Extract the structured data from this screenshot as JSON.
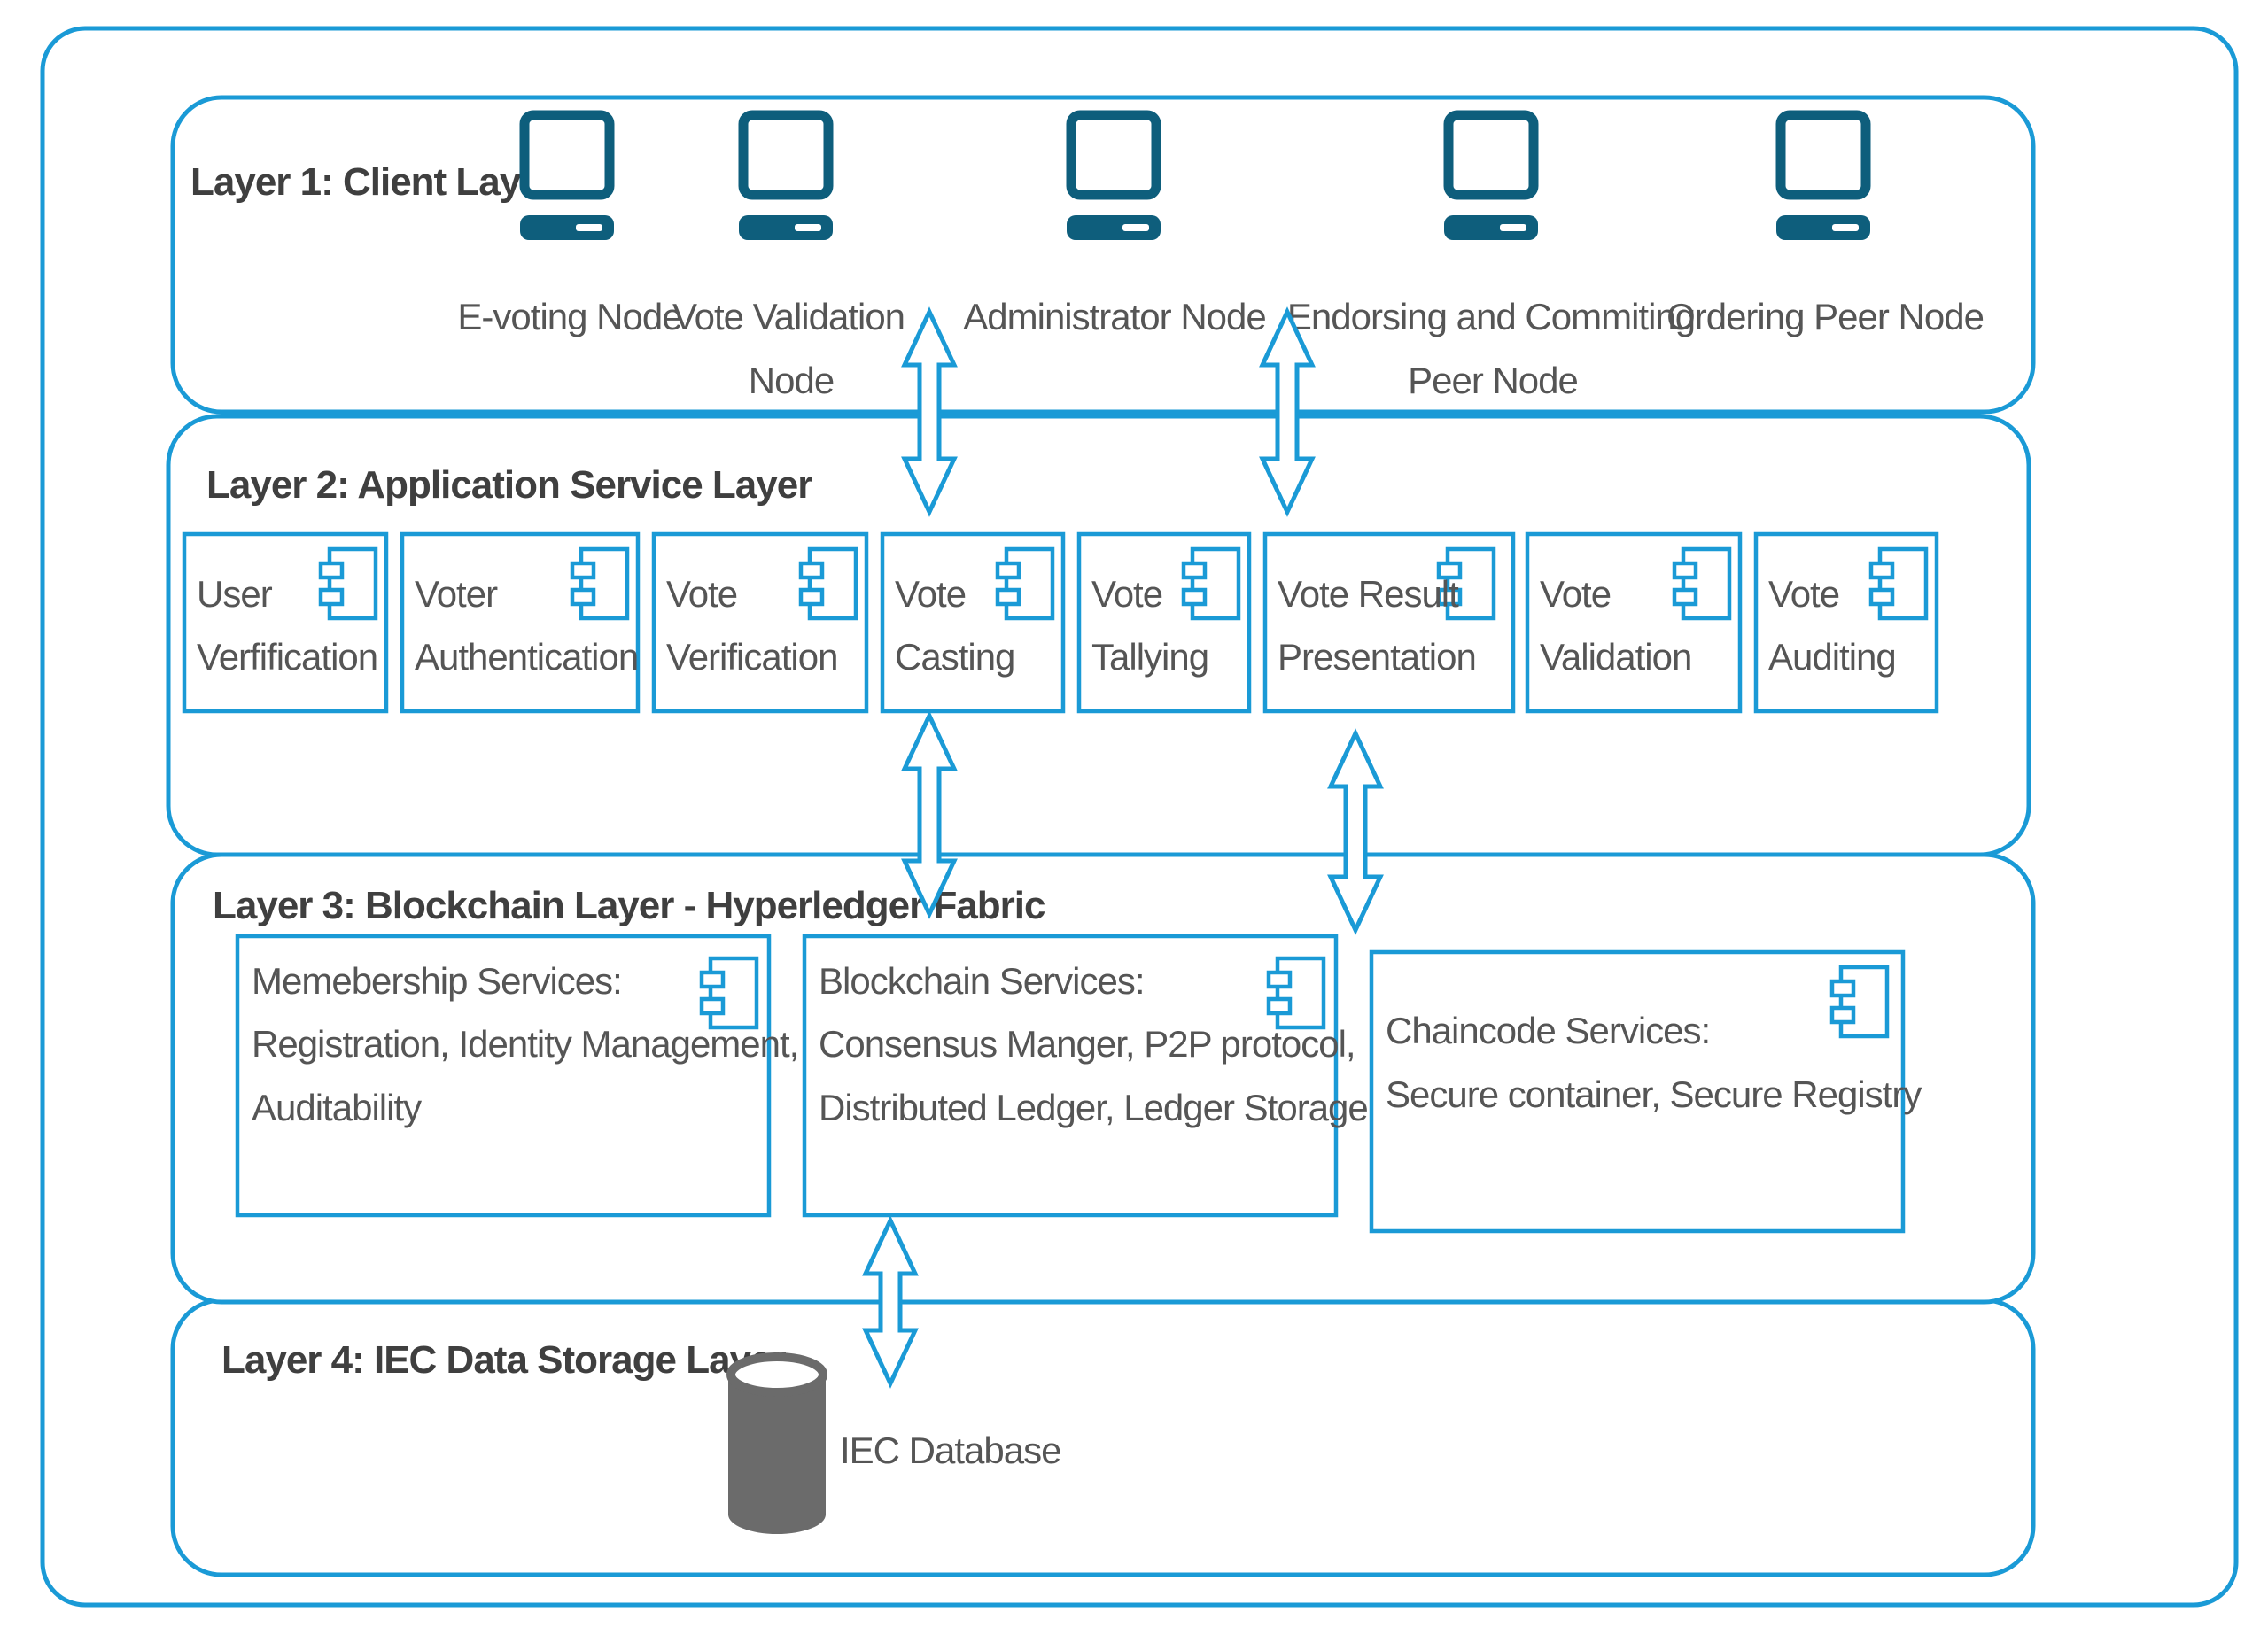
{
  "colors": {
    "accent": "#1a9ad6",
    "monitor": "#0e5e7c",
    "database": "#6b6b6b",
    "text": "#555555"
  },
  "layers": [
    {
      "title": "Layer 1: Client Layer"
    },
    {
      "title": "Layer 2: Application Service Layer"
    },
    {
      "title": "Layer 3: Blockchain Layer - Hyperledger Fabric"
    },
    {
      "title": "Layer 4: IEC Data Storage Layer"
    }
  ],
  "client_nodes": [
    {
      "icon": "computer-icon",
      "lines": [
        "E-voting Node"
      ]
    },
    {
      "icon": "computer-icon",
      "lines": [
        "Vote Validation",
        "Node"
      ]
    },
    {
      "icon": "computer-icon",
      "lines": [
        "Administrator Node"
      ]
    },
    {
      "icon": "computer-icon",
      "lines": [
        "Endorsing and Commiting",
        "Peer Node"
      ]
    },
    {
      "icon": "computer-icon",
      "lines": [
        "Ordering Peer Node"
      ]
    }
  ],
  "app_services": [
    {
      "icon": "component-icon",
      "lines": [
        "User",
        "Verfification"
      ]
    },
    {
      "icon": "component-icon",
      "lines": [
        "Voter",
        "Authentication"
      ]
    },
    {
      "icon": "component-icon",
      "lines": [
        "Vote",
        "Verification"
      ]
    },
    {
      "icon": "component-icon",
      "lines": [
        "Vote",
        "Casting"
      ]
    },
    {
      "icon": "component-icon",
      "lines": [
        "Vote",
        "Tallying"
      ]
    },
    {
      "icon": "component-icon",
      "lines": [
        "Vote Result",
        "Presentation"
      ]
    },
    {
      "icon": "component-icon",
      "lines": [
        "Vote",
        "Validation"
      ]
    },
    {
      "icon": "component-icon",
      "lines": [
        "Vote",
        "Auditing"
      ]
    }
  ],
  "blockchain_services": [
    {
      "icon": "component-icon",
      "lines": [
        "Memebership Services:",
        "Registration, Identity Management,",
        "Auditability"
      ]
    },
    {
      "icon": "component-icon",
      "lines": [
        "Blockchain Services:",
        "Consensus Manger, P2P protocol,",
        "Distributed Ledger, Ledger Storage"
      ]
    },
    {
      "icon": "component-icon",
      "lines": [
        "Chaincode Services:",
        "Secure container, Secure Registry"
      ]
    }
  ],
  "storage": {
    "icon": "database-icon",
    "label": "IEC Database"
  },
  "arrows": [
    {
      "icon": "double-arrow-icon",
      "between": [
        "Layer 1",
        "Layer 2"
      ]
    },
    {
      "icon": "double-arrow-icon",
      "between": [
        "Layer 1",
        "Layer 2"
      ]
    },
    {
      "icon": "double-arrow-icon",
      "between": [
        "Layer 2",
        "Layer 3"
      ]
    },
    {
      "icon": "double-arrow-icon",
      "between": [
        "Layer 2",
        "Layer 3"
      ]
    },
    {
      "icon": "double-arrow-icon",
      "between": [
        "Layer 3",
        "Layer 4"
      ]
    }
  ]
}
